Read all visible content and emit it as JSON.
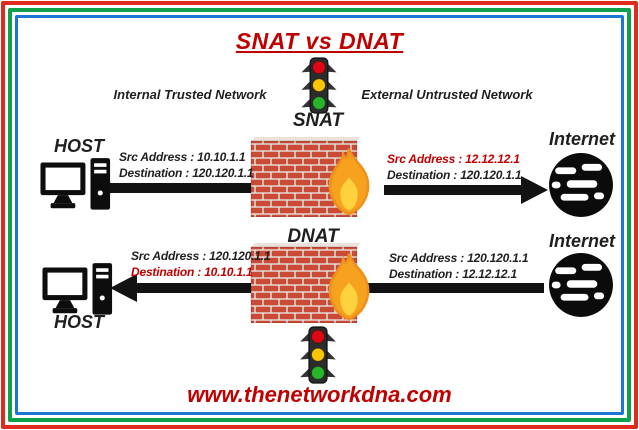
{
  "title": "SNAT vs DNAT",
  "header": {
    "internal_label": "Internal Trusted Network",
    "external_label": "External Untrusted Network"
  },
  "snat": {
    "label": "SNAT",
    "host_label": "HOST",
    "internet_label": "Internet",
    "outbound_packet": {
      "src": "Src Address : 10.10.1.1",
      "dst": "Destination : 120.120.1.1"
    },
    "translated_packet": {
      "src": "Src Address : 12.12.12.1",
      "dst": "Destination : 120.120.1.1"
    }
  },
  "dnat": {
    "label": "DNAT",
    "host_label": "HOST",
    "internet_label": "Internet",
    "translated_packet": {
      "src": "Src Address : 120.120.1.1",
      "dst": "Destination : 10.10.1.1"
    },
    "inbound_packet": {
      "src": "Src Address : 120.120.1.1",
      "dst": "Destination : 12.12.12.1"
    }
  },
  "footer": {
    "website": "www.thenetworkdna.com"
  },
  "icons": {
    "traffic_light": "traffic-light-icon",
    "firewall": "firewall-brick-wall-icon",
    "flame": "flame-icon",
    "host": "desktop-computer-icon",
    "internet": "internet-globe-icon"
  },
  "colors": {
    "accent_red": "#c00000",
    "text_black": "#1f1f1f",
    "border_red": "#e02a1e",
    "border_green": "#10a04c",
    "border_blue": "#1d76d2",
    "brick_red": "#c94a37",
    "mortar": "#e3d8d1",
    "flame_orange": "#f6a21f",
    "flame_deep": "#ef8f1c",
    "flame_yellow": "#fdd23e",
    "light_red": "#e00613",
    "light_yellow": "#fdc500",
    "light_green": "#28b52b",
    "tl_body": "#2c2c2c"
  }
}
